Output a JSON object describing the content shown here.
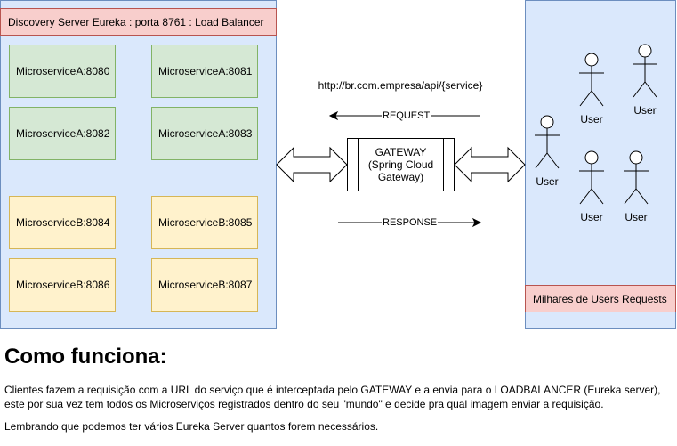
{
  "discovery": {
    "title": "Discovery Server Eureka : porta 8761 : Load Balancer",
    "microservices_a": [
      "MicroserviceA:8080",
      "MicroserviceA:8081",
      "MicroserviceA:8082",
      "MicroserviceA:8083"
    ],
    "microservices_b": [
      "MicroserviceB:8084",
      "MicroserviceB:8085",
      "MicroserviceB:8086",
      "MicroserviceB:8087"
    ]
  },
  "gateway": {
    "line1": "GATEWAY",
    "line2": "(Spring Cloud",
    "line3": "Gateway)"
  },
  "flow": {
    "url": "http://br.com.empresa/api/{service}",
    "request": "REQUEST",
    "response": "RESPONSE"
  },
  "users": {
    "labels": [
      "User",
      "User",
      "User",
      "User",
      "User"
    ],
    "footer": "Milhares de Users Requests"
  },
  "explanation": {
    "heading": "Como funciona:",
    "paragraph1_line1": "Clientes fazem a requisição com a URL do serviço que é interceptada pelo GATEWAY e a envia para o LOADBALANCER (Eureka server),",
    "paragraph1_line2": "este por sua vez tem todos os Microserviços registrados dentro do seu \"mundo\" e decide pra qual imagem enviar a requisição.",
    "paragraph2": "Lembrando que podemos ter vários Eureka Server quantos forem necessários."
  },
  "colors": {
    "panel_fill": "#dae8fc",
    "panel_stroke": "#6c8ebf",
    "title_fill": "#f8cecc",
    "service_a_fill": "#d5e8d4",
    "service_b_fill": "#fff2cc"
  }
}
